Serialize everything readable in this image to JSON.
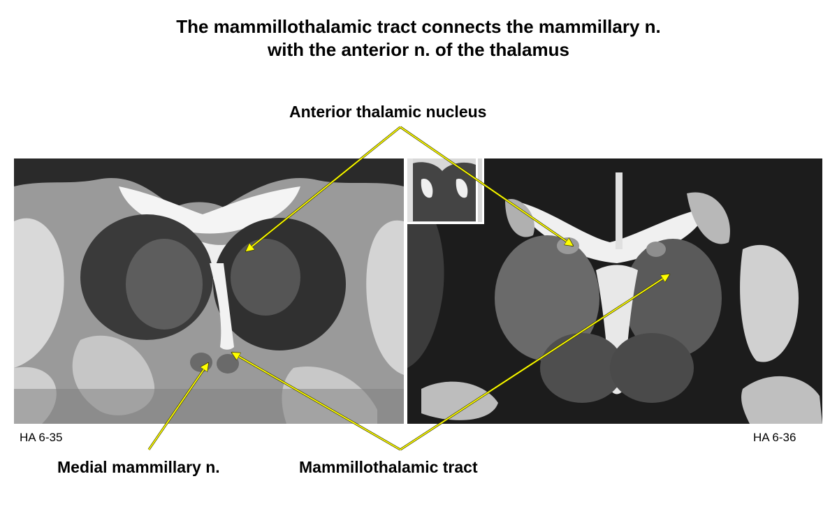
{
  "title": {
    "line1": "The mammillothalamic tract connects the mammillary n.",
    "line2": "with the anterior n. of the thalamus"
  },
  "labels": {
    "anterior_thalamic_nucleus": "Anterior thalamic nucleus",
    "medial_mammillary_n": "Medial mammillary n.",
    "mammillothalamic_tract": "Mammillothalamic tract"
  },
  "slides": {
    "left_code": "HA 6-35",
    "right_code": "HA 6-36"
  },
  "colors": {
    "arrow": "#ffff00",
    "arrow_outline": "#3a3a00"
  }
}
